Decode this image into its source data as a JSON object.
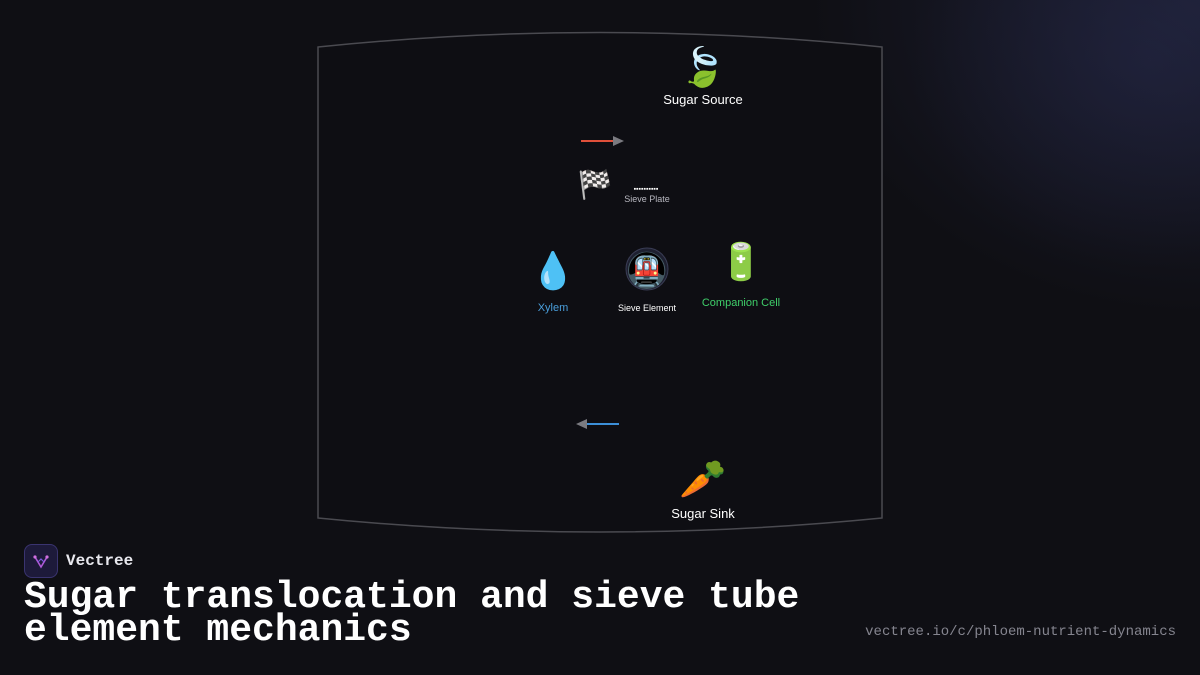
{
  "diagram": {
    "nodes": {
      "source": {
        "icon": "leaf-icon",
        "glyph": "🍃",
        "label": "Sugar Source"
      },
      "sieve_plate": {
        "icon": "checkered-flag-icon",
        "glyph": "🏁",
        "label": "Sieve Plate",
        "pores": "▪▪▪▪▪▪▪▪▪▪"
      },
      "xylem": {
        "icon": "droplet-icon",
        "glyph": "💧",
        "label": "Xylem",
        "color": "#4a9fdc"
      },
      "sieve_element": {
        "icon": "tram-icon",
        "glyph": "🚇",
        "label": "Sieve Element"
      },
      "companion_cell": {
        "icon": "battery-icon",
        "glyph": "🔋",
        "label": "Companion Cell",
        "color": "#3fcf6a"
      },
      "sink": {
        "icon": "carrot-icon",
        "glyph": "🥕",
        "label": "Sugar Sink"
      }
    },
    "arrows": {
      "down_flow": {
        "color": "#e0503a"
      },
      "up_flow": {
        "color": "#3c8fd8"
      }
    }
  },
  "brand": {
    "name": "Vectree",
    "logo": "vectree-logo-icon"
  },
  "title": "Sugar translocation and sieve tube element mechanics",
  "url": "vectree.io/c/phloem-nutrient-dynamics"
}
